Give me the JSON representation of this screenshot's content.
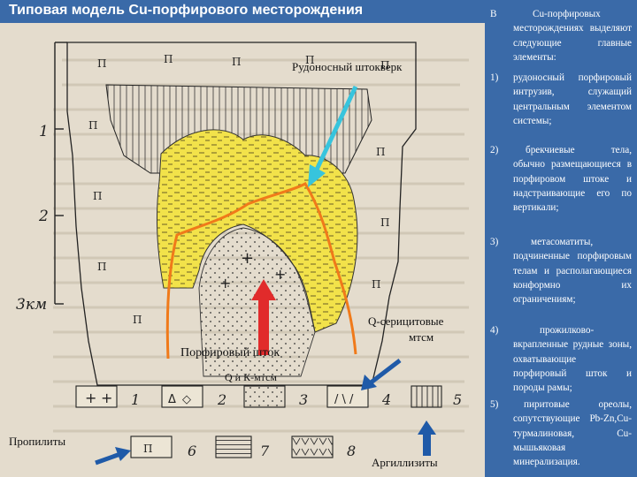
{
  "title": "Типовая модель Cu-порфирового месторождения",
  "diagram": {
    "labels": {
      "stockwork": "Рудоносный штокверк",
      "porphyry_stock": "Порфировый шток",
      "q_sericite": "Q-серицитовые",
      "q_sericite_2": "мтсм",
      "q_k": "Q и К-мтсм",
      "propylites": "Пропилиты",
      "argillizites": "Аргиллизиты"
    },
    "scale": {
      "t1": "1",
      "t2": "2",
      "t3": "3км"
    },
    "legend_numbers": [
      "1",
      "2",
      "3",
      "4",
      "5",
      "6",
      "7",
      "8"
    ],
    "colors": {
      "ore_zone": "#f2e24a",
      "ore_line": "#f07a1a",
      "arrow_cyan": "#37c4dd",
      "arrow_red": "#e12b2b",
      "arrow_blue": "#1f5aa8"
    }
  },
  "sidebar": {
    "intro_b": "В",
    "intro": "Cu-порфировых месторождениях выделяют следующие главные элементы:",
    "items": [
      {
        "num": "1)",
        "text": "рудоносный порфировый интрузив, служащий центральным элементом системы;"
      },
      {
        "num": "2)",
        "text": "брекчиевые тела, обычно размещающиеся в порфировом штоке и надстраивающие его по вертикали;"
      },
      {
        "num": "3)",
        "text": "метасоматиты, подчиненные порфировым телам и располагающиеся конформно их ограничениям;"
      },
      {
        "num": "4)",
        "text": "прожилково-вкрапленные рудные зоны, охватывающие порфировый шток и породы рамы;"
      },
      {
        "num": "5)",
        "text": "пиритовые ореолы, сопутствующие Pb-Zn,Cu-турмалиновая, Cu-мышьяковая минерализация."
      }
    ]
  }
}
